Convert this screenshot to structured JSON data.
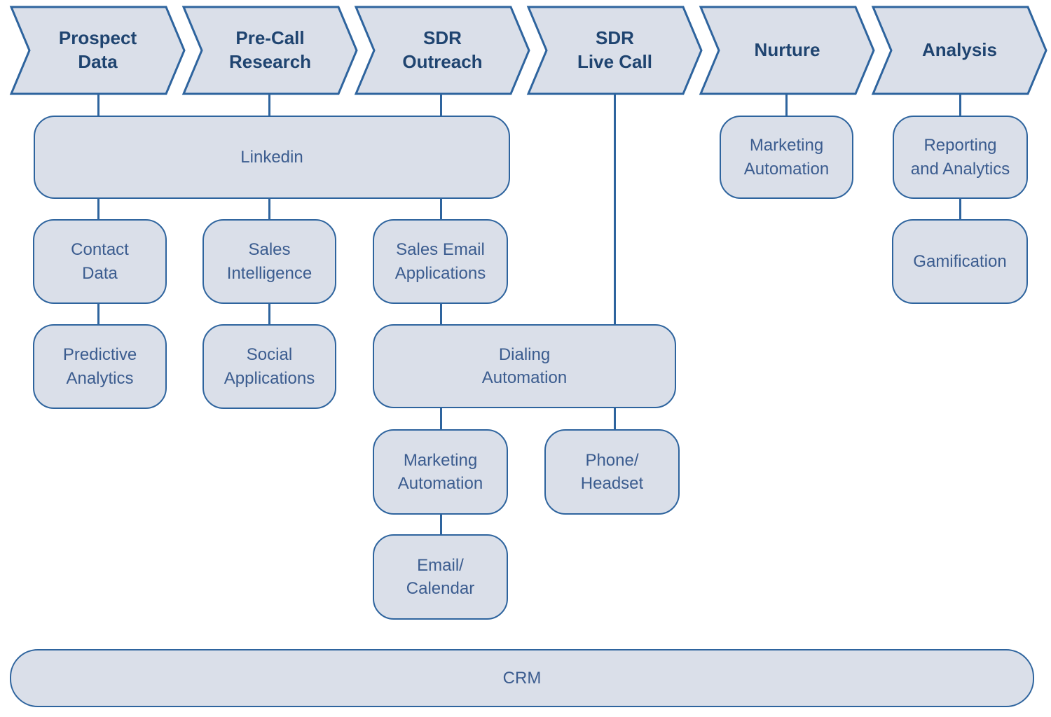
{
  "diagram": {
    "colors": {
      "node_fill": "#dadfe9",
      "outline_blue": "#2e649e",
      "stage_text": "#1f4470",
      "node_text": "#3b5c8f",
      "background": "#ffffff"
    },
    "stages": [
      {
        "label": "Prospect\nData"
      },
      {
        "label": "Pre-Call\nResearch"
      },
      {
        "label": "SDR\nOutreach"
      },
      {
        "label": "SDR\nLive Call"
      },
      {
        "label": "Nurture"
      },
      {
        "label": "Analysis"
      }
    ],
    "nodes": {
      "linkedin": {
        "label": "Linkedin"
      },
      "contact_data": {
        "label": "Contact\nData"
      },
      "sales_intelligence": {
        "label": "Sales\nIntelligence"
      },
      "sales_email_applications": {
        "label": "Sales Email\nApplications"
      },
      "predictive_analytics": {
        "label": "Predictive\nAnalytics"
      },
      "social_applications": {
        "label": "Social\nApplications"
      },
      "dialing_automation": {
        "label": "Dialing\nAutomation"
      },
      "marketing_automation_outreach": {
        "label": "Marketing\nAutomation"
      },
      "phone_headset": {
        "label": "Phone/\nHeadset"
      },
      "email_calendar": {
        "label": "Email/\nCalendar"
      },
      "marketing_automation_nurture": {
        "label": "Marketing\nAutomation"
      },
      "reporting_and_analytics": {
        "label": "Reporting\nand Analytics"
      },
      "gamification": {
        "label": "Gamification"
      },
      "crm": {
        "label": "CRM"
      }
    }
  }
}
